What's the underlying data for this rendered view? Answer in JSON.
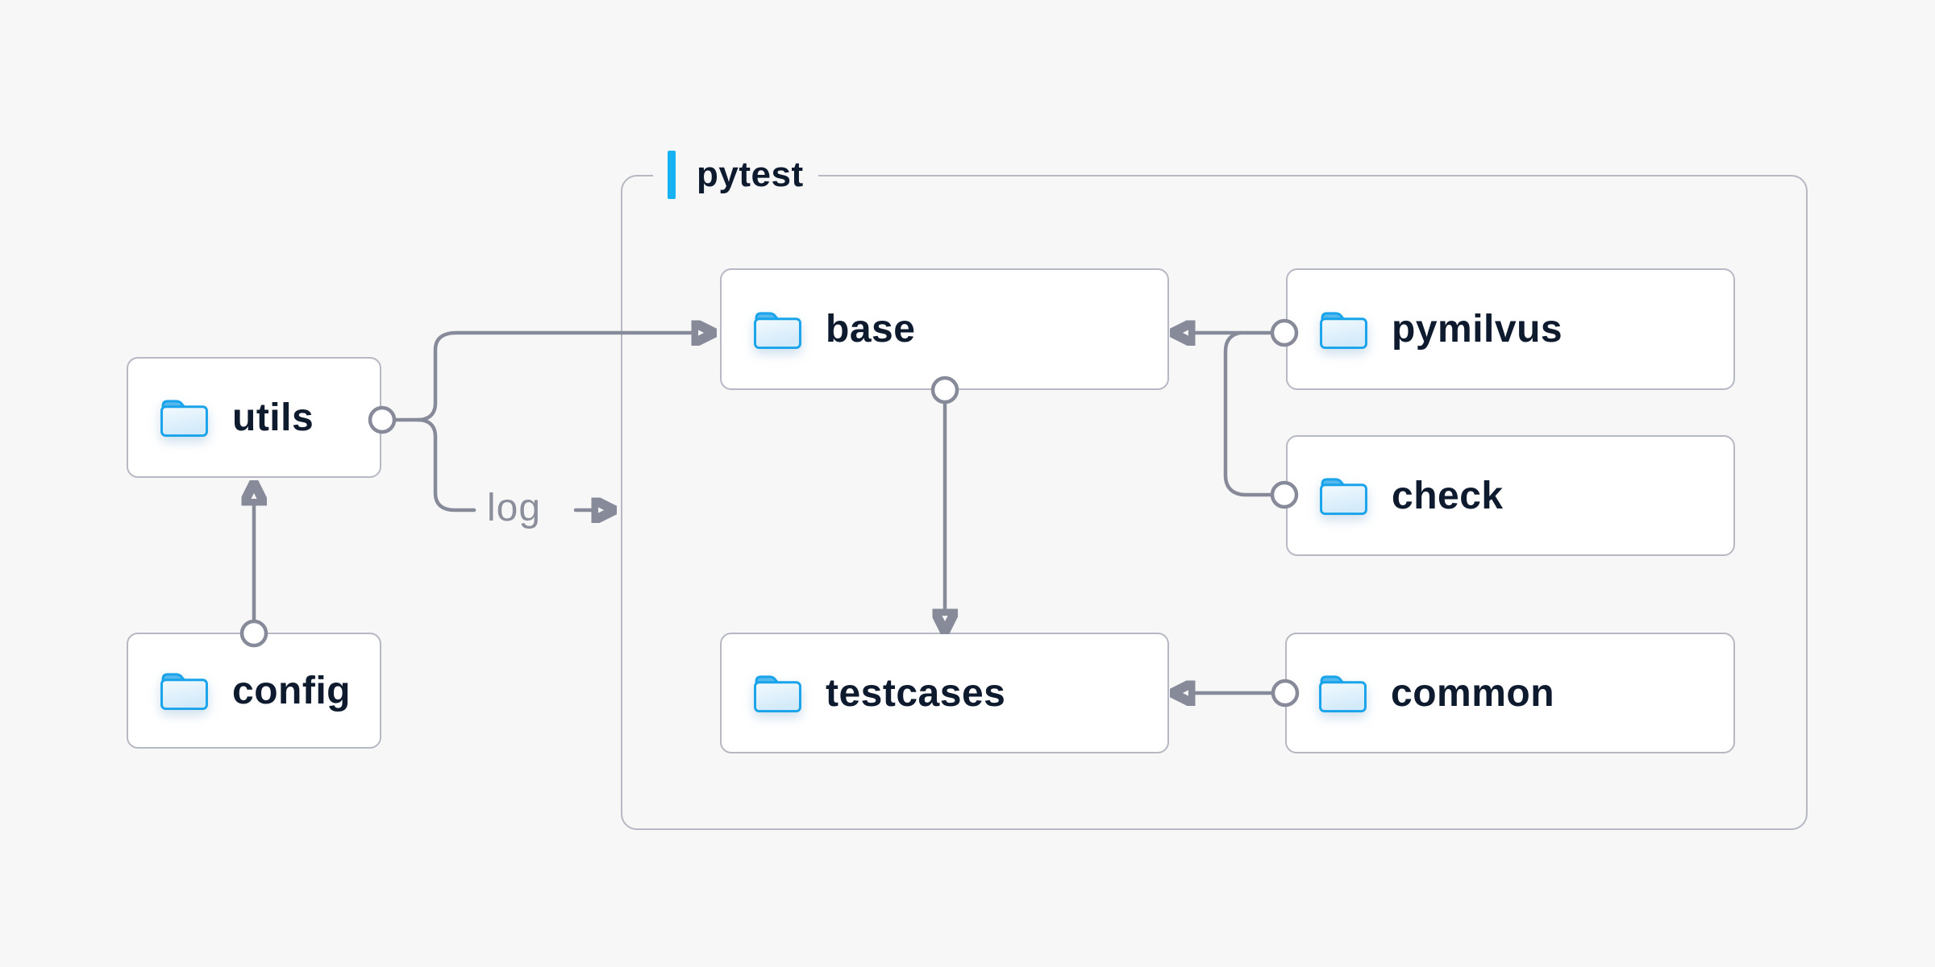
{
  "diagram": {
    "title_group": {
      "label": "pytest"
    },
    "nodes": {
      "utils": {
        "label": "utils",
        "icon": "folder-icon"
      },
      "config": {
        "label": "config",
        "icon": "folder-icon"
      },
      "base": {
        "label": "base",
        "icon": "folder-icon"
      },
      "pymilvus": {
        "label": "pymilvus",
        "icon": "folder-icon"
      },
      "check": {
        "label": "check",
        "icon": "folder-icon"
      },
      "testcases": {
        "label": "testcases",
        "icon": "folder-icon"
      },
      "common": {
        "label": "common",
        "icon": "folder-icon"
      }
    },
    "edge_labels": {
      "log": "log"
    },
    "edges": [
      {
        "from": "config",
        "to": "utils",
        "style": "arrow"
      },
      {
        "from": "utils",
        "to": "base",
        "style": "arrow"
      },
      {
        "from": "utils",
        "to": "pytest-container",
        "style": "arrow",
        "label": "log"
      },
      {
        "from": "pymilvus",
        "to": "base",
        "style": "arrow"
      },
      {
        "from": "check",
        "to": "base",
        "style": "arrow-merged"
      },
      {
        "from": "base",
        "to": "testcases",
        "style": "arrow"
      },
      {
        "from": "common",
        "to": "testcases",
        "style": "arrow"
      }
    ],
    "colors": {
      "background": "#f7f7f8",
      "node_fill": "#ffffff",
      "node_border": "#b6b9c3",
      "connector_gray": "#878b99",
      "label_ink": "#0e1a2e",
      "accent_blue": "#16b2f2",
      "folder_stroke": "#18a3ea",
      "folder_tab_fill": "#55b9ee",
      "muted_label": "#8b8f9b"
    }
  }
}
